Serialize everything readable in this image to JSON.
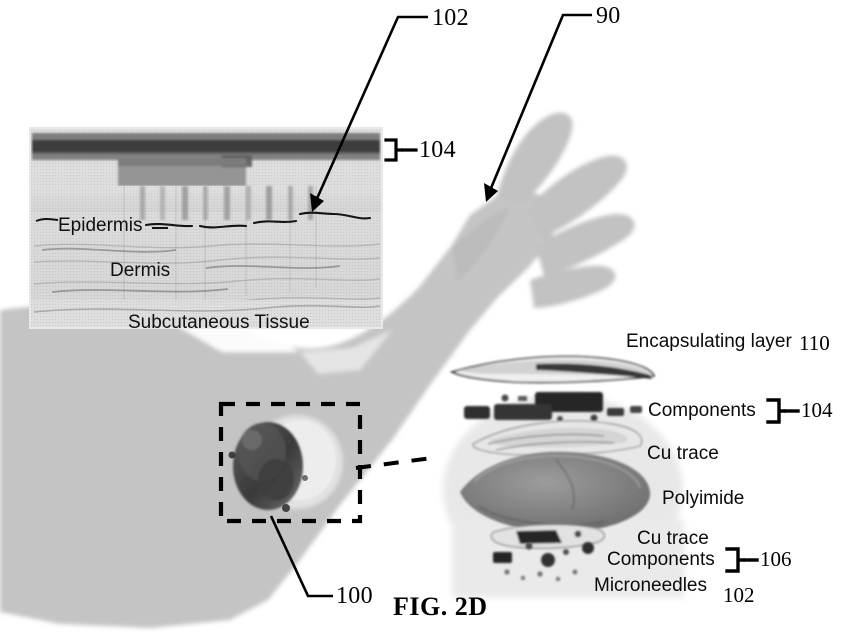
{
  "figure": {
    "caption": "FIG. 2D",
    "reference_numerals": {
      "microneedles_top": "102",
      "arm_hand": "90",
      "components_top": "104",
      "patch_device": "100",
      "encapsulating_layer": "110",
      "components_upper": "104",
      "components_lower": "106",
      "microneedles_bottom": "102"
    }
  },
  "skin_cross_section": {
    "layers": [
      {
        "name": "Epidermis",
        "label": "Epidermis"
      },
      {
        "name": "Dermis",
        "label": "Dermis"
      },
      {
        "name": "Subcutaneous Tissue",
        "label": "Subcutaneous Tissue"
      }
    ],
    "callout_microneedles": "102",
    "callout_components": "104"
  },
  "exploded_stack": {
    "title_labels": [
      {
        "id": "encapsulating-layer",
        "label": "Encapsulating  layer",
        "numeral": "110"
      },
      {
        "id": "components-upper",
        "label": "Components",
        "numeral": "104"
      },
      {
        "id": "cu-trace-upper",
        "label": "Cu trace",
        "numeral": ""
      },
      {
        "id": "polyimide",
        "label": "Polyimide",
        "numeral": ""
      },
      {
        "id": "cu-trace-lower",
        "label": "Cu trace",
        "numeral": ""
      },
      {
        "id": "components-lower",
        "label": "Components",
        "numeral": "106"
      },
      {
        "id": "microneedles",
        "label": "Microneedles",
        "numeral": "102"
      }
    ]
  },
  "arm": {
    "callout_label": "90",
    "patch_callout_label": "100"
  },
  "colors": {
    "ink": "#000000",
    "skin_fill": "#b9b9b9",
    "skin_edge": "#9a9a9a",
    "tissue_light": "#d8d8d8",
    "tissue_mid": "#bcbcbc",
    "tissue_dark": "#6e6e6e",
    "device_dark": "#2e2e2e",
    "stack_grey": "#8e8e8e"
  }
}
